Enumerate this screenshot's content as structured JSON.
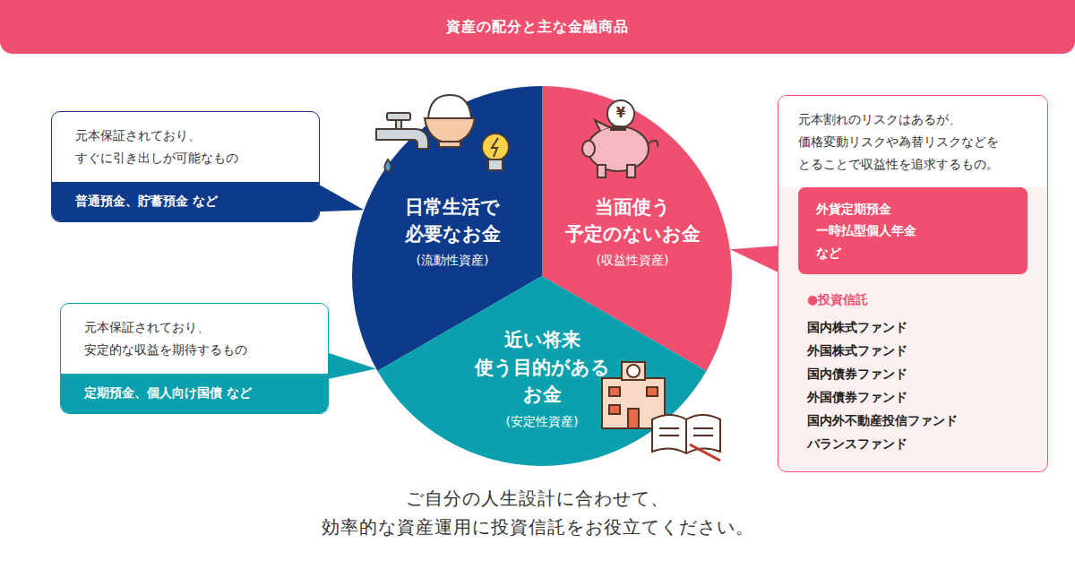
{
  "diagram": {
    "title": "資産の配分と主な金融商品",
    "caption": "ご自分の人生設計に合わせて、 効率的な資産運用に投資信託をお役立てください。",
    "nodes": [
      {
        "text": [
          "日常生活で 必要なお金",
          "(流動性資産)"
        ]
      },
      {
        "text": [
          "当面使う 予定のないお金",
          "(収益性資産)"
        ]
      },
      {
        "text": [
          "近い将来 使う目的がある お金",
          "(安定性資産)"
        ]
      },
      {
        "text": [
          "元本保証されており、 すぐに引き出しが可能なもの"
        ]
      },
      {
        "text": [
          "普通預金、貯蓄預金 など"
        ],
        "in": 3
      },
      {
        "text": [
          "元本保証されており、 安定的な収益を期待するもの"
        ]
      },
      {
        "text": [
          "定期預金、個人向け国債 など"
        ],
        "in": 5
      },
      {
        "text": [
          "元本割れのリスクはあるが、 価格変動リスクや為替リスクなどを とることで収益性を追求するもの。",
          "●投資信託",
          "国内株式ファンド",
          "外国株式ファンド",
          "国内債券ファンド",
          "外国債券ファンド",
          "国内外不動産投信ファンド",
          "バランスファンド"
        ]
      },
      {
        "text": [
          "外貨定期預金 一時払型個人年金 など"
        ],
        "in": 7
      }
    ],
    "edges": [
      {
        "from": 3,
        "to": 0,
        "arrow": "none"
      },
      {
        "from": 5,
        "to": 2,
        "arrow": "none"
      },
      {
        "from": 7,
        "to": 1,
        "arrow": "none"
      }
    ],
    "labels": [
      "¥"
    ]
  }
}
